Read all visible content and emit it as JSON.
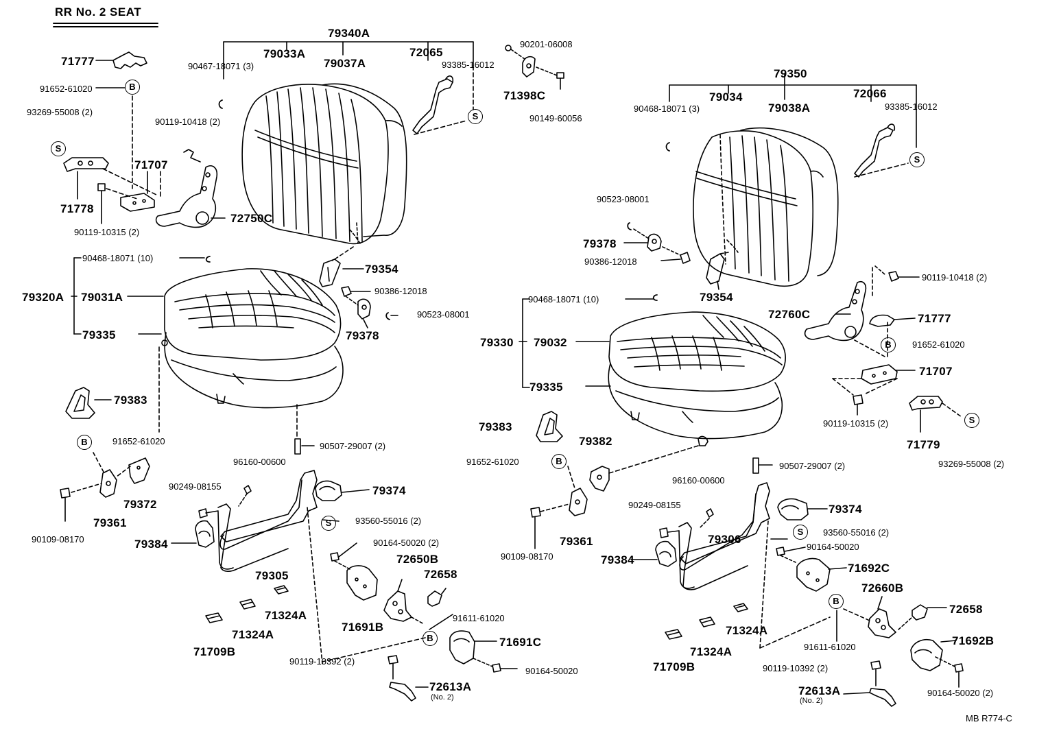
{
  "title": "RR  No. 2  SEAT",
  "reference": "MB  R774-C",
  "markers": {
    "b": "B",
    "s": "S"
  },
  "colors": {
    "line": "#000000",
    "background": "#ffffff"
  },
  "left": {
    "backrest_assy": "79340A",
    "backrest_frame": "79033A",
    "backrest_cover": "79037A",
    "backrest_hinge": "72065",
    "hog_ring_back": "90467-18071 (3)",
    "screw_93385": "93385-16012",
    "washer_90201": "90201-06008",
    "bracket_71398c": "71398C",
    "bolt_90149": "90149-60056",
    "cover_71777": "71777",
    "clip_91652_top": "91652-61020",
    "screw_93269": "93269-55008 (2)",
    "bolt_90119_10418": "90119-10418 (2)",
    "hinge_cover_71707": "71707",
    "handle_71778": "71778",
    "bolt_90119_10315": "90119-10315 (2)",
    "adjuster_72750c": "72750C",
    "hog_ring_cushion": "90468-18071 (10)",
    "cushion_assy": "79320A",
    "cushion_cover": "79031A",
    "cushion_pad": "79335",
    "guide_79354": "79354",
    "nut_90386": "90386-12018",
    "ring_90523": "90523-08001",
    "bracket_79378": "79378",
    "protector_79383": "79383",
    "clip_91652_mid": "91652-61020",
    "spring_90507": "90507-29007 (2)",
    "cushion_96160": "96160-00600",
    "bolt_90249": "90249-08155",
    "stopper_79374": "79374",
    "bolt_90109": "90109-08170",
    "bracket_79361": "79361",
    "bracket_79372": "79372",
    "screw_93560": "93560-55016 (2)",
    "leg_79384": "79384",
    "bolt_90164_top": "90164-50020 (2)",
    "frame_79305": "79305",
    "lock_72650b": "72650B",
    "pin_72658": "72658",
    "cover_71691b": "71691B",
    "pad_71324a_1": "71324A",
    "pad_71324a_2": "71324A",
    "pad_71709b": "71709B",
    "clip_91611": "91611-61020",
    "cover_71691c": "71691C",
    "bolt_90119_10392": "90119-10392 (2)",
    "bolt_90164_bot": "90164-50020",
    "striker_72613a": "72613A",
    "striker_note": "(No. 2)"
  },
  "right": {
    "backrest_assy": "79350",
    "backrest_frame": "79034",
    "backrest_cover": "79038A",
    "backrest_hinge": "72066",
    "hog_ring_back": "90468-18071 (3)",
    "screw_93385": "93385-16012",
    "ring_90523": "90523-08001",
    "bracket_79378": "79378",
    "nut_90386": "90386-12018",
    "guide_79354": "79354",
    "bolt_90119_10418": "90119-10418 (2)",
    "adjuster_72760c": "72760C",
    "cover_71777": "71777",
    "clip_91652_top": "91652-61020",
    "hinge_cover_71707": "71707",
    "bolt_90119_10315": "90119-10315 (2)",
    "handle_71779": "71779",
    "screw_93269": "93269-55008 (2)",
    "hog_ring_cushion": "90468-18071 (10)",
    "cushion_assy": "79330",
    "cushion_cover": "79032",
    "cushion_pad": "79335",
    "protector_79383": "79383",
    "bracket_79382": "79382",
    "clip_91652_mid": "91652-61020",
    "spring_90507": "90507-29007 (2)",
    "cushion_96160": "96160-00600",
    "bolt_90249": "90249-08155",
    "stopper_79374": "79374",
    "bracket_79361": "79361",
    "bolt_90109": "90109-08170",
    "screw_93560": "93560-55016 (2)",
    "frame_79306": "79306",
    "leg_79384": "79384",
    "bolt_90164_top": "90164-50020",
    "cover_71692c": "71692C",
    "lock_72660b": "72660B",
    "pin_72658": "72658",
    "pad_71324a_1": "71324A",
    "pad_71324a_2": "71324A",
    "pad_71709b": "71709B",
    "clip_91611": "91611-61020",
    "cover_71692b": "71692B",
    "bolt_90119_10392": "90119-10392 (2)",
    "bolt_90164_bot": "90164-50020 (2)",
    "striker_72613a": "72613A",
    "striker_note": "(No. 2)"
  }
}
